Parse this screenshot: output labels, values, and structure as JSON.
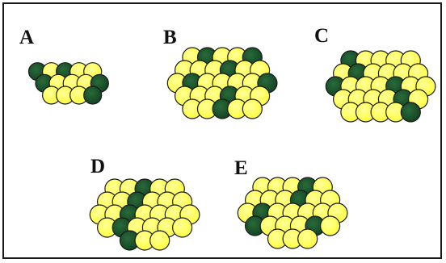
{
  "figure": {
    "panels": [
      {
        "id": "A",
        "letter": "A"
      },
      {
        "id": "B",
        "letter": "B"
      },
      {
        "id": "C",
        "letter": "C"
      },
      {
        "id": "D",
        "letter": "D"
      },
      {
        "id": "E",
        "letter": "E"
      }
    ],
    "colors": {
      "yellow_fill": "#ffff33",
      "yellow_highlight": "#ffff99",
      "dark_fill": "#0f4020",
      "dark_highlight": "#2a6a3a",
      "outline": "#1a1a1a",
      "frame": "#1a1a1a",
      "background": "#ffffff"
    }
  }
}
